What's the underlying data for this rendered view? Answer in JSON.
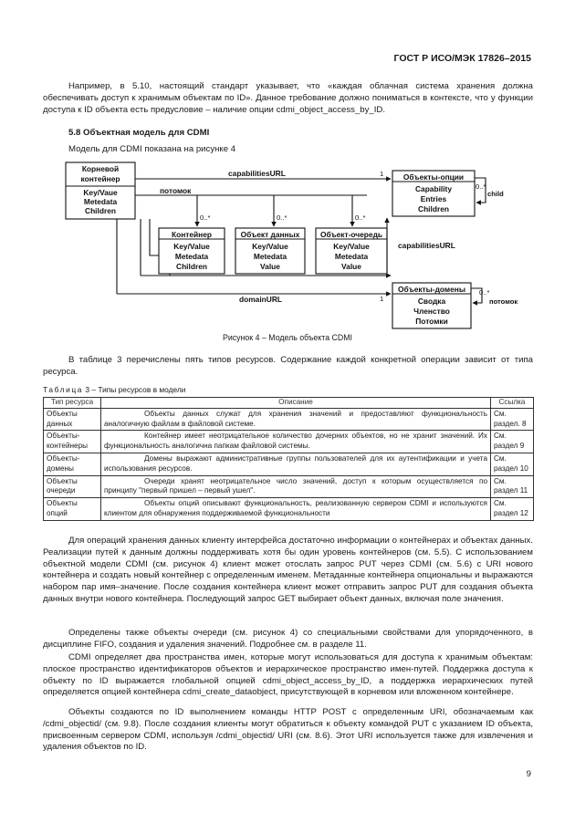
{
  "header": {
    "standard_id": "ГОСТ Р ИСО/МЭК 17826–2015"
  },
  "intro_paragraph": "Например, в 5.10, настоящий стандарт указывает, что «каждая облачная система хранения должна обеспечивать доступ к хранимым объектам по ID». Данное требование должно пониматься в контексте, что у функции доступа к ID объекта есть предусловие – наличие опции cdmi_object_access_by_ID.",
  "section": {
    "title": "5.8 Объектная модель для CDMI",
    "intro": "Модель для CDMI показана на рисунке 4"
  },
  "figure": {
    "caption": "Рисунок 4 – Модель объекта CDMI",
    "root": {
      "title_1": "Корневой",
      "title_2": "контейнер",
      "fields": [
        "Key/Vaue",
        "Metedata",
        "Children"
      ]
    },
    "container": {
      "title": "Контейнер",
      "fields": [
        "Key/Value",
        "Metedata",
        "Children"
      ]
    },
    "data_object": {
      "title": "Объект данных",
      "fields": [
        "Key/Value",
        "Metedata",
        "Value"
      ]
    },
    "queue_object": {
      "title": "Объект-очередь",
      "fields": [
        "Key/Value",
        "Metedata",
        "Value"
      ]
    },
    "capability_objects": {
      "title": "Объекты-опции",
      "fields": [
        "Capability",
        "Entries",
        "Children"
      ]
    },
    "domain_objects": {
      "title": "Объекты-домены",
      "fields": [
        "Сводка",
        "Членство",
        "Потомки"
      ]
    },
    "labels": {
      "capabilitiesURL_top": "capabilitiesURL",
      "capabilitiesURL_right": "capabilitiesURL",
      "domainURL": "domainURL",
      "child_label": "потомок",
      "capability_child": "child",
      "domain_child": "потомок",
      "mult_one": "1",
      "mult_many": "0..*"
    }
  },
  "table_intro": "В таблице 3 перечислены пять типов ресурсов. Содержание каждой конкретной операции зависит от типа ресурса.",
  "table": {
    "caption_word": "Таблица",
    "caption_rest": "3 – Типы ресурсов в модели",
    "headers": [
      "Тип ресурса",
      "Описание",
      "Ссылка"
    ],
    "rows": [
      {
        "type": "Объекты данных",
        "desc": "Объекты данных служат для хранения значений и предоставляют функциональность аналогичную файлам в файловой системе.",
        "ref": "См. раздел. 8"
      },
      {
        "type": "Объекты-контейнеры",
        "desc": "Контейнер имеет неотрицательное количество дочерних объектов, но не хранит значений. Их функциональность аналогична папкам файловой системы.",
        "ref": "См. раздел 9"
      },
      {
        "type": "Объекты-домены",
        "desc": "Домены выражают административные группы пользователей для их аутентификации и учета использования ресурсов.",
        "ref": "См. раздел 10"
      },
      {
        "type": "Объекты очереди",
        "desc": "Очереди хранят неотрицательное число значений, доступ к которым осуществляется по принципу \"первый пришел – первый ушел\".",
        "ref": "См. раздел 11"
      },
      {
        "type": "Объекты опций",
        "desc": "Объекты опций описывают функциональность, реализованную сервером CDMI и используются клиентом для обнаружения поддерживаемой функциональности",
        "ref": "См. раздел 12"
      }
    ]
  },
  "body_paragraphs": [
    "Для операций хранения данных клиенту интерфейса достаточно информации о контейнерах и объектах данных. Реализации путей к данным должны поддерживать хотя бы один уровень контейнеров (см. 5.5). С использованием объектной модели CDMI (см. рисунок 4) клиент может отослать запрос PUT через CDMI (см. 5.6) с URI нового контейнера и создать новый контейнер с определенным именем. Метаданные контейнера опциональны и выражаются набором пар имя–значение. После создания контейнера клиент может отправить запрос PUT для создания объекта данных внутри нового контейнера. Последующий запрос GET выбирает объект данных, включая поле значения.",
    "Определены также объекты очереди (см. рисунок 4) со специальными свойствами для упорядоченного, в дисциплине FIFO, создания и удаления значений. Подробнее см. в разделе 11.",
    "CDMI определяет два пространства имен, которые могут использоваться для доступа к хранимым объектам: плоское пространство идентификаторов объектов и иерархическое пространство имен-путей. Поддержка доступа к объекту по ID выражается глобальной опцией cdmi_object_access_by_ID, а поддержка иерархических путей определяется опцией контейнера cdmi_create_dataobject, присутствующей в корневом или вложенном контейнере.",
    "Объекты создаются по ID выполнением команды HTTP POST с определенным URI, обозначаемым как /cdmi_objectid/ (см. 9.8). После создания клиенты могут обратиться к объекту командой PUT с указанием ID объекта, присвоенным сервером CDMI, используя /cdmi_objectid/ URI (см. 8.6). Этот URI используется также для извлечения и удаления объектов по ID."
  ],
  "page_number": "9"
}
